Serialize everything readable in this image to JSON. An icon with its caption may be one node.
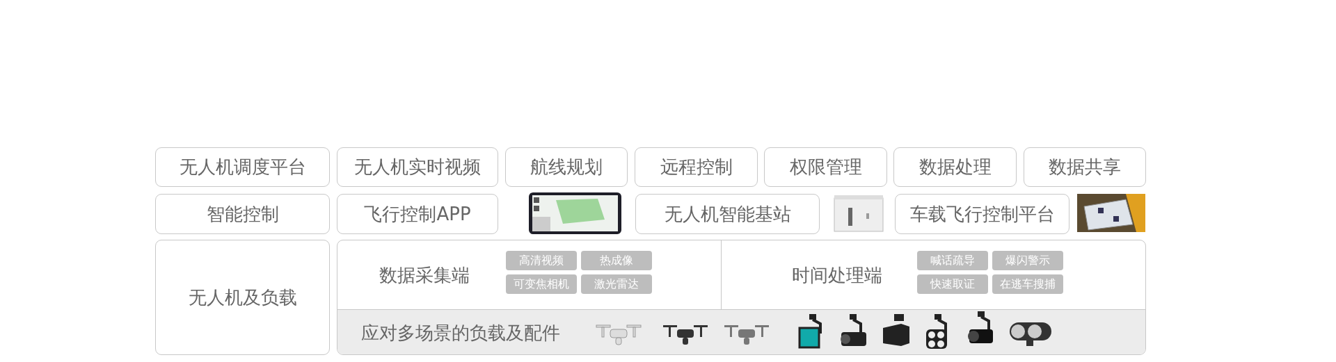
{
  "diagram": {
    "nodes": [
      {
        "text": [
          "无人机调度平台"
        ]
      },
      {
        "text": [
          "无人机实时视频"
        ]
      },
      {
        "text": [
          "航线规划"
        ]
      },
      {
        "text": [
          "远程控制"
        ]
      },
      {
        "text": [
          "权限管理"
        ]
      },
      {
        "text": [
          "数据处理"
        ]
      },
      {
        "text": [
          "数据共享"
        ]
      },
      {
        "text": [
          "智能控制"
        ]
      },
      {
        "text": [
          "飞行控制APP"
        ]
      },
      {
        "text": [
          "无人机智能基站"
        ]
      },
      {
        "text": [
          "车载飞行控制平台"
        ]
      },
      {
        "text": [
          "无人机及负载"
        ]
      },
      {
        "text": [],
        "shape": "box"
      },
      {
        "text": [
          "数据采集端"
        ],
        "in": 12
      },
      {
        "text": [
          "高清视频"
        ],
        "in": 13
      },
      {
        "text": [
          "热成像"
        ],
        "in": 13
      },
      {
        "text": [
          "可变焦相机"
        ],
        "in": 13
      },
      {
        "text": [
          "激光雷达"
        ],
        "in": 13
      },
      {
        "text": [
          "时间处理端"
        ],
        "in": 12
      },
      {
        "text": [
          "喊话疏导"
        ],
        "in": 18
      },
      {
        "text": [
          "爆闪警示"
        ],
        "in": 18
      },
      {
        "text": [
          "快速取证"
        ],
        "in": 18
      },
      {
        "text": [
          "在逃车搜捕"
        ],
        "in": 18
      },
      {
        "text": [
          "应对多场景的负载及配件"
        ],
        "in": 12
      }
    ]
  }
}
